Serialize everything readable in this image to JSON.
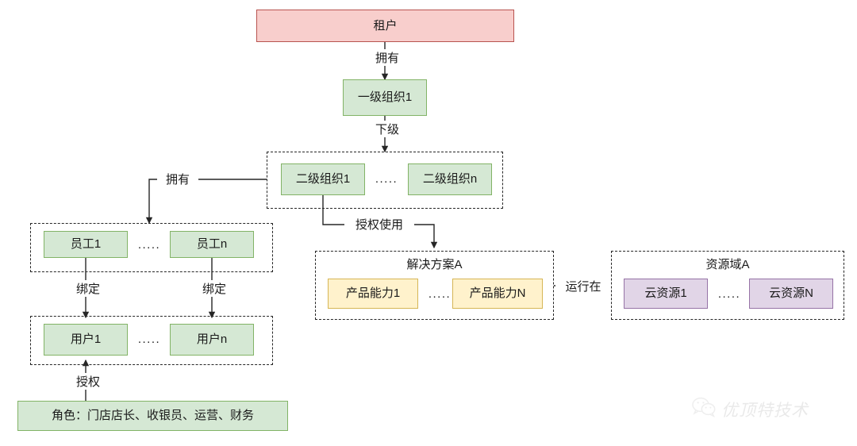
{
  "diagram": {
    "title_text": "租户",
    "nodes": {
      "tenant": "租户",
      "org_level1": "一级组织1",
      "org_level2_first": "二级组织1",
      "org_level2_last": "二级组织n",
      "employee_first": "员工1",
      "employee_last": "员工n",
      "user_first": "用户1",
      "user_last": "用户n",
      "role_box": "角色：门店店长、收银员、运营、财务",
      "capability_first": "产品能力1",
      "capability_last": "产品能力N",
      "cloud_resource_first": "云资源1",
      "cloud_resource_last": "云资源N"
    },
    "groups": {
      "org_level2_label": "",
      "employee_label": "",
      "user_label": "",
      "solution_label": "解决方案A",
      "resource_domain_label": "资源域A"
    },
    "edges": {
      "own_org": "拥有",
      "subordinate": "下级",
      "own_employee": "拥有",
      "bind_first": "绑定",
      "bind_last": "绑定",
      "authorize": "授权",
      "authorized_use": "授权使用",
      "runs_on": "运行在"
    },
    "separators": {
      "org_level2": ".....",
      "employee": ".....",
      "user": ".....",
      "capability": ".....",
      "cloud_resource": "....."
    },
    "watermark": {
      "text": "优顶特技术",
      "icon": "wechat-icon"
    },
    "colors": {
      "tenant_fill": "#f8cecc",
      "tenant_stroke": "#b85450",
      "green_fill": "#d5e8d4",
      "green_stroke": "#82b366",
      "yellow_fill": "#fff2cc",
      "yellow_stroke": "#d6b656",
      "purple_fill": "#e1d5e7",
      "purple_stroke": "#9673a6",
      "line": "#262626"
    }
  }
}
